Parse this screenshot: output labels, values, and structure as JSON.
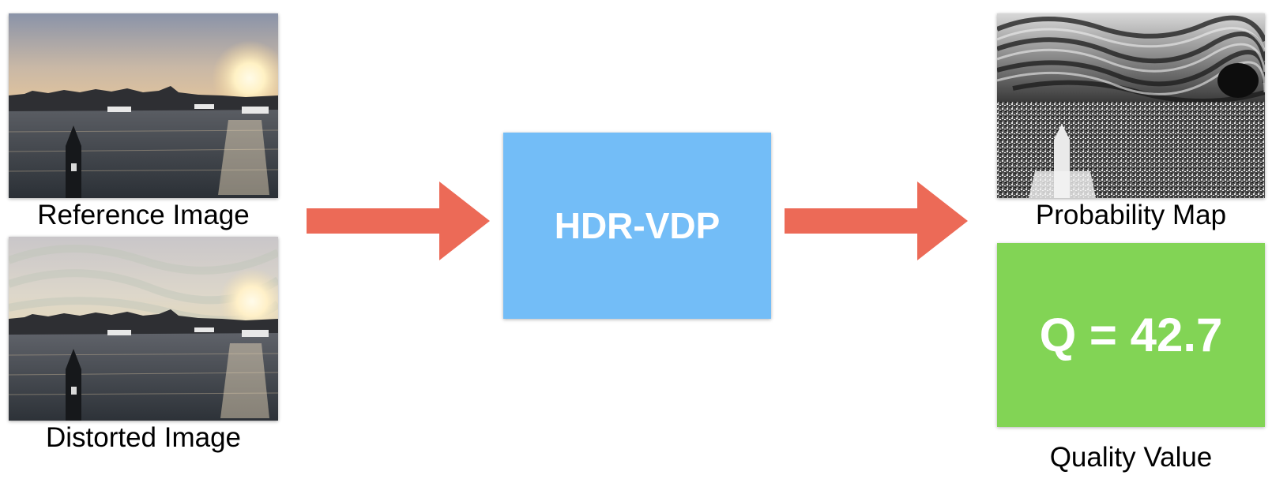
{
  "inputs": {
    "reference_label": "Reference Image",
    "distorted_label": "Distorted Image"
  },
  "model": {
    "label": "HDR-VDP",
    "color": "#73bdf7"
  },
  "outputs": {
    "probability_map_label": "Probability Map",
    "quality_text": "Q = 42.7",
    "quality_box_color": "#82d455",
    "quality_value_label": "Quality Value"
  },
  "colors": {
    "arrow": "#ec6a57",
    "text": "#000000"
  },
  "icons": {
    "flow_arrow_1": "right-arrow-icon",
    "flow_arrow_2": "right-arrow-icon"
  }
}
